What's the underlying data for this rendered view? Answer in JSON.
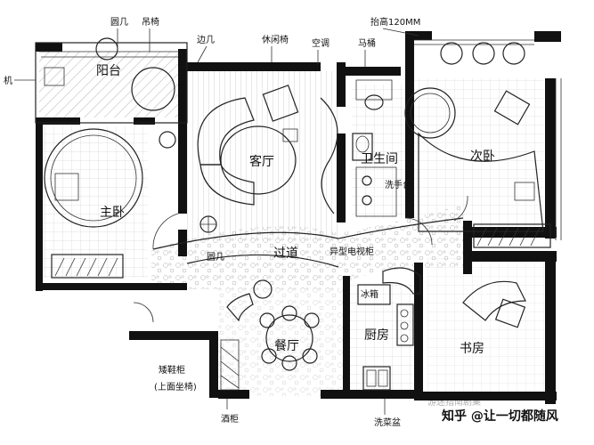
{
  "rooms": {
    "balcony": "阳台",
    "living_room": "客厅",
    "air_conditioner": "空调",
    "bathroom": "卫生间",
    "second_bedroom": "次卧",
    "master_bedroom": "主卧",
    "corridor": "过道",
    "dining_room": "餐厅",
    "kitchen": "厨房",
    "study": "书房",
    "wash_basin": "洗手台",
    "fridge": "冰箱"
  },
  "annotations": {
    "round_table_top": "圆几",
    "hanging_chair": "吊椅",
    "side_table": "边几",
    "lounge_chair": "休闲椅",
    "toilet": "马桶",
    "raised_height": "抬高120MM",
    "machine": "机",
    "round_table_bottom": "圆几",
    "tv_cabinet": "异型电视柜",
    "shoe_cabinet": "矮鞋柜",
    "shoe_cabinet_note": "(上面坐椅)",
    "wine_cabinet": "酒柜",
    "wash_basin_bottom": "洗菜盆"
  },
  "watermarks": {
    "zhihu": "知乎 @让一切都随风",
    "faded": "游迷指南剧集"
  },
  "colors": {
    "wall": "#111111",
    "ink": "#222222",
    "background": "#ffffff"
  }
}
